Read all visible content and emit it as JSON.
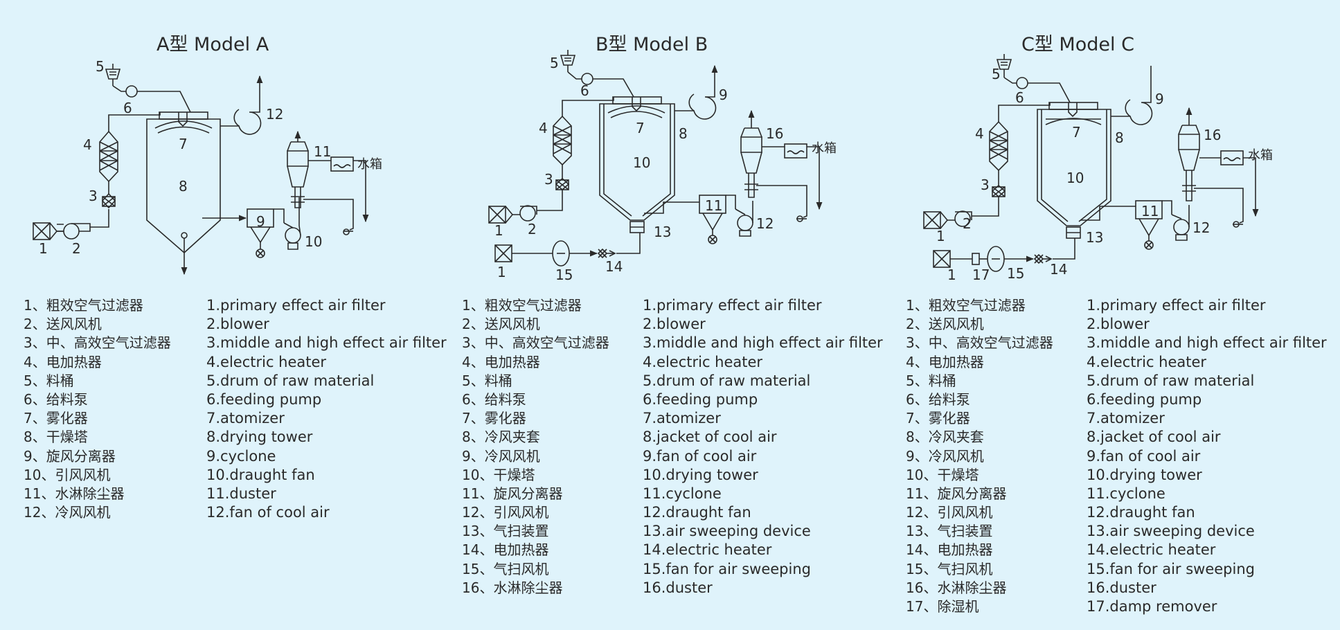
{
  "models": [
    {
      "title": "A型  Model A",
      "tank_label": "水箱",
      "labels": [
        "1",
        "2",
        "3",
        "4",
        "5",
        "6",
        "7",
        "8",
        "9",
        "10",
        "11",
        "12"
      ],
      "legend_cn": [
        "1、粗效空气过滤器",
        "2、送风风机",
        "3、中、高效空气过滤器",
        "4、电加热器",
        "5、料桶",
        "6、给料泵",
        "7、雾化器",
        "8、干燥塔",
        "9、旋风分离器",
        "10、引风风机",
        "11、水淋除尘器",
        "12、冷风风机"
      ],
      "legend_en": [
        "1.primary effect air filter",
        "2.blower",
        "3.middle and high effect air filter",
        "4.electric heater",
        "5.drum of raw material",
        "6.feeding pump",
        "7.atomizer",
        "8.drying tower",
        "9.cyclone",
        "10.draught fan",
        "11.duster",
        "12.fan of cool air"
      ]
    },
    {
      "title": "B型  Model B",
      "tank_label": "水箱",
      "labels": [
        "1",
        "2",
        "3",
        "4",
        "5",
        "6",
        "7",
        "8",
        "9",
        "10",
        "11",
        "12",
        "13",
        "14",
        "15",
        "16"
      ],
      "legend_cn": [
        "1、粗效空气过滤器",
        "2、送风风机",
        "3、中、高效空气过滤器",
        "4、电加热器",
        "5、料桶",
        "6、给料泵",
        "7、雾化器",
        "8、冷风夹套",
        "9、冷风风机",
        "10、干燥塔",
        "11、旋风分离器",
        "12、引风风机",
        "13、气扫装置",
        "14、电加热器",
        "15、气扫风机",
        "16、水淋除尘器"
      ],
      "legend_en": [
        "1.primary effect air filter",
        "2.blower",
        "3.middle and high effect air filter",
        "4.electric heater",
        "5.drum of raw material",
        "6.feeding pump",
        "7.atomizer",
        "8.jacket of cool air",
        "9.fan of cool air",
        "10.drying tower",
        "11.cyclone",
        "12.draught fan",
        "13.air sweeping device",
        "14.electric heater",
        "15.fan for air sweeping",
        "16.duster"
      ]
    },
    {
      "title": "C型  Model C",
      "tank_label": "水箱",
      "labels": [
        "1",
        "2",
        "3",
        "4",
        "5",
        "6",
        "7",
        "8",
        "9",
        "10",
        "11",
        "12",
        "13",
        "14",
        "15",
        "16",
        "17"
      ],
      "legend_cn": [
        "1、粗效空气过滤器",
        "2、送风风机",
        "3、中、高效空气过滤器",
        "4、电加热器",
        "5、料桶",
        "6、给料泵",
        "7、雾化器",
        "8、冷风夹套",
        "9、冷风风机",
        "10、干燥塔",
        "11、旋风分离器",
        "12、引风风机",
        "13、气扫装置",
        "14、电加热器",
        "15、气扫风机",
        "16、水淋除尘器",
        "17、除湿机"
      ],
      "legend_en": [
        "1.primary effect air filter",
        "2.blower",
        "3.middle and high effect air filter",
        "4.electric heater",
        "5.drum of raw material",
        "6.feeding pump",
        "7.atomizer",
        "8.jacket of cool air",
        "9.fan of cool air",
        "10.drying tower",
        "11.cyclone",
        "12.draught fan",
        "13.air sweeping device",
        "14.electric heater",
        "15.fan for air sweeping",
        "16.duster",
        "17.damp remover"
      ]
    }
  ]
}
